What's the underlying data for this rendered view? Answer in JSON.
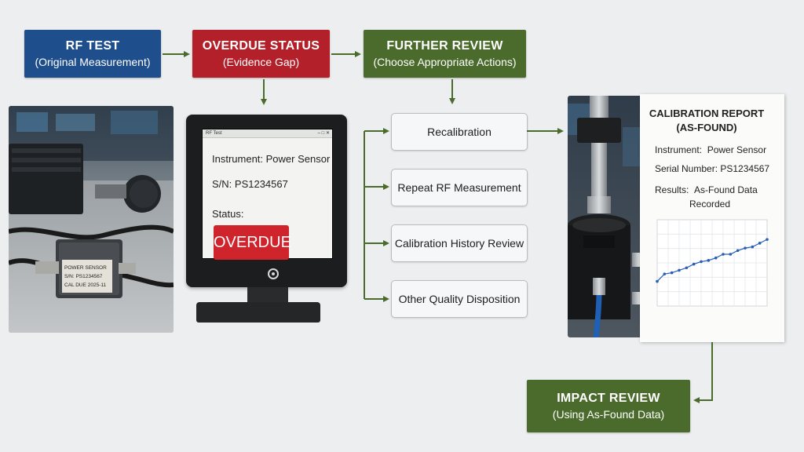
{
  "steps": {
    "rf_test": {
      "title": "RF TEST",
      "subtitle": "(Original Measurement)"
    },
    "overdue": {
      "title": "OVERDUE STATUS",
      "subtitle": "(Evidence Gap)"
    },
    "further": {
      "title": "FURTHER REVIEW",
      "subtitle": "(Choose Appropriate Actions)"
    },
    "impact": {
      "title": "IMPACT REVIEW",
      "subtitle": "(Using As-Found Data)"
    }
  },
  "options": [
    "Recalibration",
    "Repeat RF Measurement",
    "Calibration History Review",
    "Other Quality Disposition"
  ],
  "monitor": {
    "titlebar": "RF Test",
    "instrument": "Instrument: Power Sensor",
    "serial": "S/N: PS1234567",
    "status_label": "Status:",
    "status_value": "OVERDUE"
  },
  "sensor_label": {
    "line1": "POWER SENSOR",
    "line2": "S/N: PS1234567",
    "line3": "CAL DUE 2025-11"
  },
  "report": {
    "title1": "CALIBRATION REPORT",
    "title2": "(AS-FOUND)",
    "instrument_label": "Instrument:",
    "instrument_value": "Power Sensor",
    "serial_label": "Serial Number:",
    "serial_value": "PS1234567",
    "results_label": "Results:",
    "results_value": "As-Found Data",
    "results_value2": "Recorded"
  },
  "chart_data": {
    "type": "line",
    "x": [
      1,
      2,
      3,
      4,
      5,
      6,
      7,
      8,
      9,
      10,
      11,
      12,
      13,
      14,
      15,
      16
    ],
    "series": [
      {
        "values": [
          20,
          26,
          27,
          29,
          31,
          34,
          36,
          37,
          39,
          42,
          42,
          45,
          47,
          48,
          51,
          54
        ]
      }
    ]
  },
  "colors": {
    "blue": "#1f4e8c",
    "red": "#b3202a",
    "green": "#4a6b2c",
    "arrow": "#4a6b2c"
  }
}
